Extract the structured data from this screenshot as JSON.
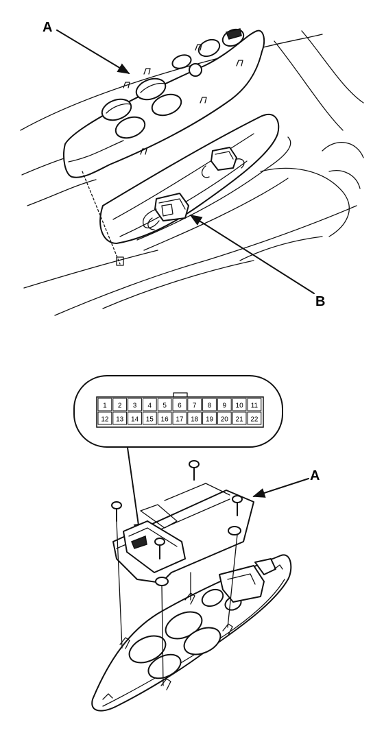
{
  "callouts": {
    "a_top": "A",
    "b_top": "B",
    "a_bottom": "A"
  },
  "connector": {
    "row1": [
      "1",
      "2",
      "3",
      "4",
      "5",
      "6",
      "7",
      "8",
      "9",
      "10",
      "11"
    ],
    "row2": [
      "12",
      "13",
      "14",
      "15",
      "16",
      "17",
      "18",
      "19",
      "20",
      "21",
      "22"
    ]
  }
}
